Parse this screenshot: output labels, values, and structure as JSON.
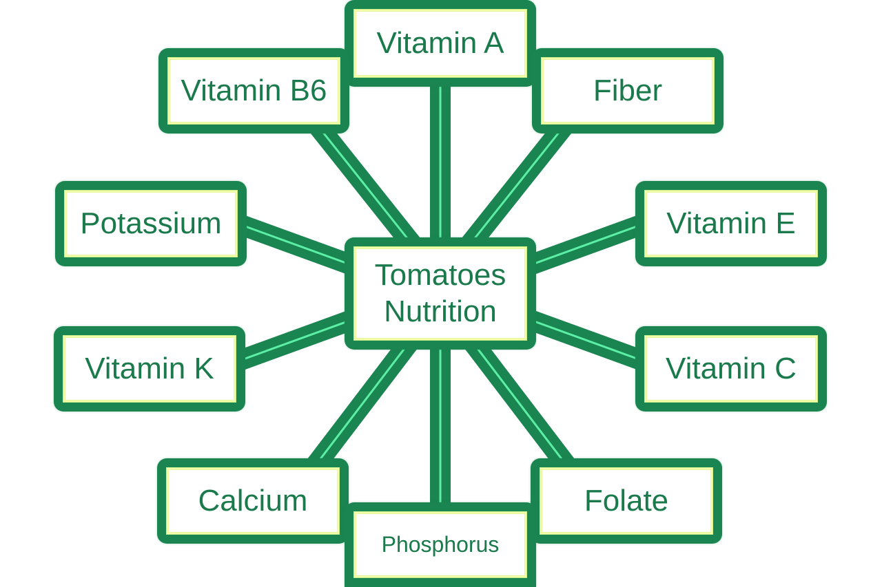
{
  "center": {
    "line1": "Tomatoes",
    "line2": "Nutrition"
  },
  "nodes": {
    "vitamin_a": "Vitamin A",
    "vitamin_b6": "Vitamin B6",
    "fiber": "Fiber",
    "potassium": "Potassium",
    "vitamin_e": "Vitamin E",
    "vitamin_k": "Vitamin K",
    "vitamin_c": "Vitamin C",
    "calcium": "Calcium",
    "folate": "Folate",
    "phosphorus": "Phosphorus"
  },
  "colors": {
    "frame": "#1b8551",
    "text": "#1b7a4c",
    "highlight_line": "#5cf0a6",
    "inner_border": "#f2ffa8",
    "background": "#ffffff"
  }
}
